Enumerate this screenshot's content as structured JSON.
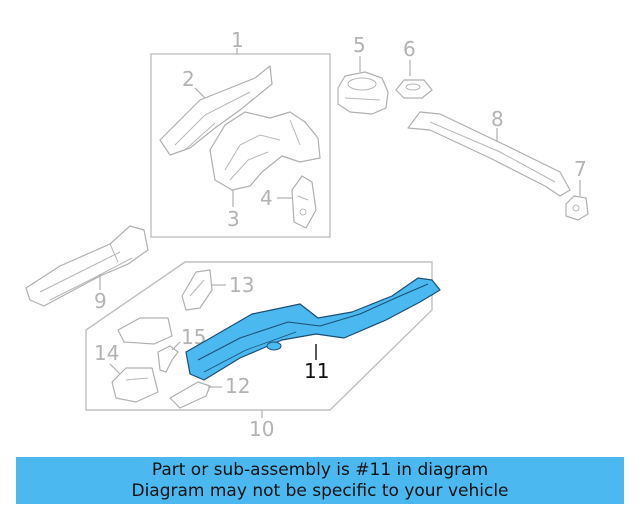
{
  "diagram": {
    "callouts": [
      "1",
      "2",
      "3",
      "4",
      "5",
      "6",
      "7",
      "8",
      "9",
      "10",
      "11",
      "12",
      "13",
      "14",
      "15"
    ],
    "highlighted_part": "11",
    "colors": {
      "highlight": "#4bb8f0",
      "line": "#b0b0b0",
      "banner": "#4bb8f0"
    }
  },
  "banner": {
    "line1": "Part or sub-assembly is #11 in diagram",
    "line2": "Diagram may not be specific to your vehicle"
  }
}
